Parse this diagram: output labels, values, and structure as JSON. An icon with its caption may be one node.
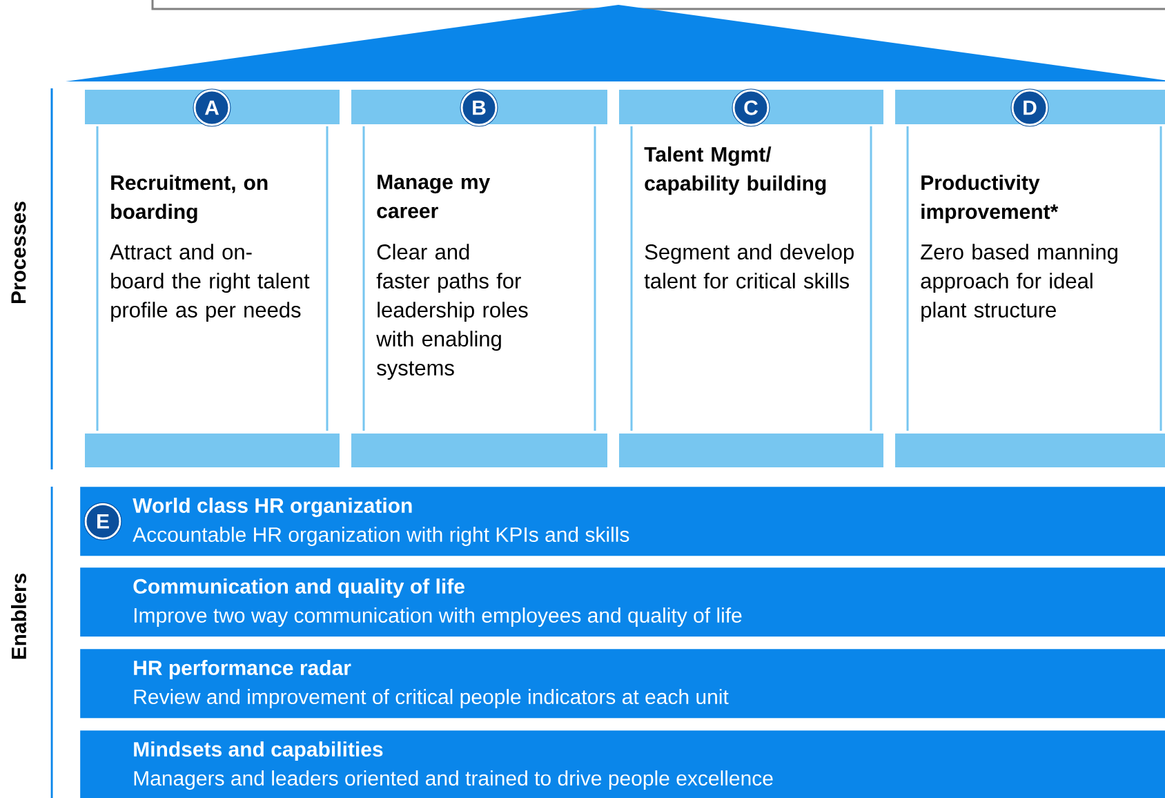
{
  "diagram": {
    "nodes": [
      {
        "text": [
          "Recruitment, on boarding",
          "Attract and on-board the right talent profile as per needs"
        ]
      },
      {
        "text": [
          "A"
        ],
        "in": 0
      },
      {
        "text": [
          "Manage my career",
          "Clear and faster paths for leadership roles with enabling systems"
        ]
      },
      {
        "text": [
          "B"
        ],
        "in": 2
      },
      {
        "text": [
          "Talent Mgmt/ capability building",
          "Segment and develop talent for critical skills"
        ]
      },
      {
        "text": [
          "C"
        ],
        "in": 4
      },
      {
        "text": [
          "Productivity improvement*",
          "Zero based manning approach for ideal plant structure"
        ]
      },
      {
        "text": [
          "D"
        ],
        "in": 6
      },
      {
        "text": [
          "World class HR organization",
          "Accountable HR organization with right KPIs and skills"
        ]
      },
      {
        "text": [
          "E"
        ],
        "in": 8
      },
      {
        "text": [
          "Communication and quality of life",
          "Improve two way communication with employees and quality of life"
        ]
      },
      {
        "text": [
          "HR performance radar",
          "Review and improvement of critical people indicators at each unit"
        ]
      },
      {
        "text": [
          "Mindsets and capabilities",
          "Managers and leaders oriented and trained to drive people excellence"
        ]
      }
    ],
    "labels": [
      "Processes",
      "Enablers"
    ]
  }
}
